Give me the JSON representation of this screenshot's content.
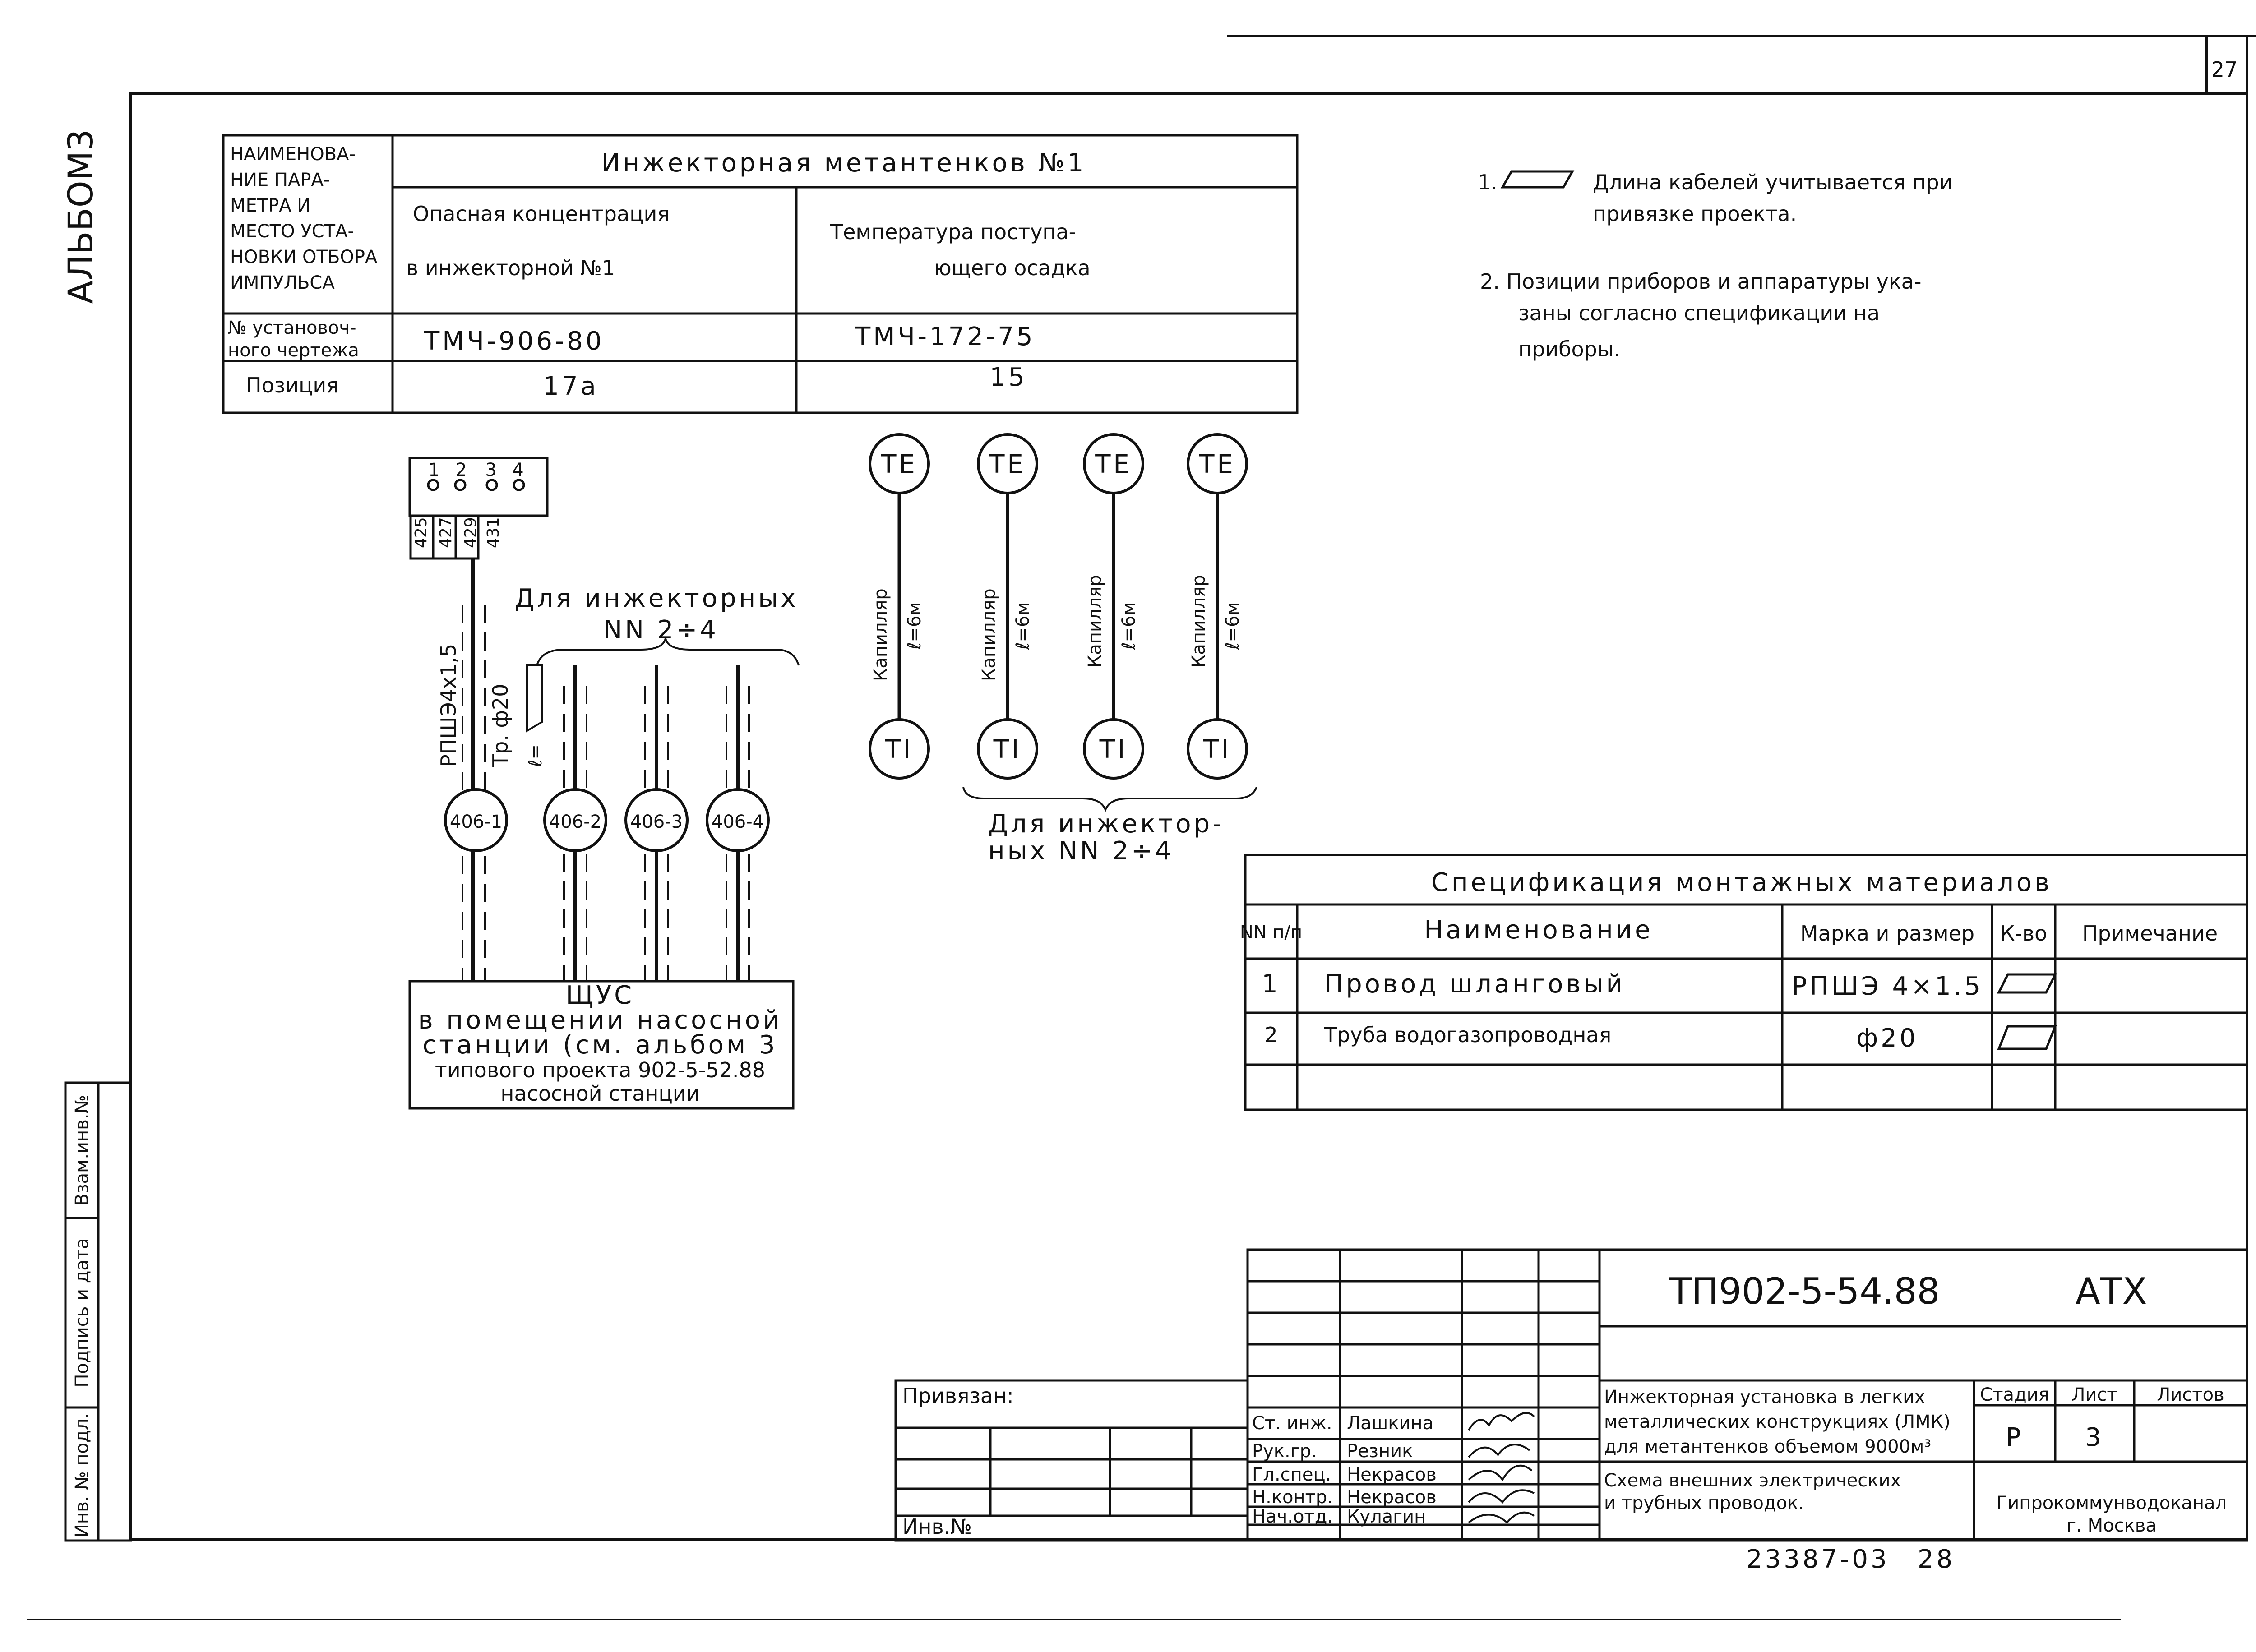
{
  "sheet": {
    "page_number": "27",
    "album": "АЛЬБОМ3",
    "footer_number": "23387-03",
    "footer_page": "28"
  },
  "left_stamps": {
    "inv_podl": "Инв. № подл.",
    "podpis_data": "Подпись и дата",
    "vzam_inv": "Взам.инв.№"
  },
  "param_table": {
    "row_header_1": [
      "НАИМЕНОВА-",
      "НИЕ ПАРА-",
      "МЕТРА И",
      "МЕСТО УСТА-",
      "НОВКИ ОТБОРА",
      "ИМПУЛЬСА"
    ],
    "title": "Инжекторная метантенков №1",
    "col1_param": [
      "Опасная концентрация",
      "в инжекторной №1"
    ],
    "col2_param": [
      "Температура поступа-",
      "ющего осадка"
    ],
    "row_header_2": [
      "№ установоч-",
      "ного чертежа"
    ],
    "col1_drawing": "ТМЧ-906-80",
    "col2_drawing": "ТМЧ-172-75",
    "row_header_3": "Позиция",
    "col1_position": "17а",
    "col2_position": "15"
  },
  "notes": {
    "note1_num": "1.",
    "note1_line1": "Длина кабелей учитывается при",
    "note1_line2": "привязке проекта.",
    "note2_line1": "2. Позиции приборов и аппаратуры ука-",
    "note2_line2": "заны согласно спецификации на",
    "note2_line3": "приборы."
  },
  "wiring": {
    "terminal_numbers": [
      "1",
      "2",
      "3",
      "4"
    ],
    "wire_numbers": [
      "425",
      "427",
      "429",
      "431"
    ],
    "cable_label": "РПШЭ4х1,5",
    "pipe_label": "Тр. ф20",
    "pipe_len_label": "ℓ=",
    "injector_group_label_1": "Для инжекторных",
    "injector_group_label_2": "NN 2÷4",
    "devices": [
      "406-1",
      "406-2",
      "406-3",
      "406-4"
    ],
    "panel_line1": "ЩУС",
    "panel_line2": "в помещении насосной",
    "panel_line3": "станции (см. альбом 3",
    "panel_line4": "типового проекта 902-5-52.88",
    "panel_line5": "насосной станции",
    "sensor_top": [
      "TE",
      "TE",
      "TE",
      "TE"
    ],
    "sensor_bottom": [
      "TI",
      "TI",
      "TI",
      "TI"
    ],
    "capillary_label": "Капилляр",
    "capillary_len": "ℓ=6м",
    "sensor_group_label_1": "Для инжектор-",
    "sensor_group_label_2": "ных NN 2÷4"
  },
  "spec_table": {
    "title": "Спецификация монтажных материалов",
    "headers": [
      "NN п/п",
      "Наименование",
      "Марка и размер",
      "К-во",
      "Примечание"
    ],
    "rows": [
      {
        "num": "1",
        "name": "Провод шланговый",
        "mark": "РПШЭ 4×1.5"
      },
      {
        "num": "2",
        "name": "Труба водогазопроводная",
        "mark": "ф20"
      }
    ]
  },
  "title_block": {
    "code": "ТП902-5-54.88",
    "doc_type": "АТХ",
    "attached": "Привязан:",
    "inv_no": "Инв.№",
    "roles": [
      "Ст. инж.",
      "Рук.гр.",
      "Гл.спец.",
      "Н.контр.",
      "Нач.отд."
    ],
    "names": [
      "Лашкина",
      "Резник",
      "Некрасов",
      "Некрасов",
      "Кулагин"
    ],
    "project_line1": "Инжекторная установка в легких",
    "project_line2": "металлических конструкциях (ЛМК)",
    "project_line3": "для метантенков объемом 9000м³",
    "sheet_title_1": "Схема внешних электрических",
    "sheet_title_2": "и трубных проводок.",
    "stage_label": "Стадия",
    "sheet_label": "Лист",
    "sheets_label": "Листов",
    "stage": "Р",
    "sheet": "3",
    "org_1": "Гипрокоммунводоканал",
    "org_2": "г. Москва"
  }
}
